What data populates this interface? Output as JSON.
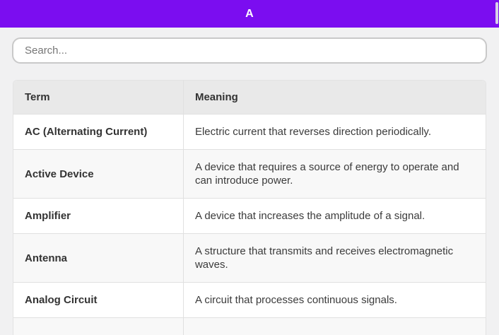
{
  "header": {
    "title": "A",
    "accent_color": "#7b0df0"
  },
  "search": {
    "value": "",
    "placeholder": "Search..."
  },
  "table": {
    "columns": [
      "Term",
      "Meaning"
    ],
    "rows": [
      {
        "term": "AC (Alternating Current)",
        "meaning": "Electric current that reverses direction periodically."
      },
      {
        "term": "Active Device",
        "meaning": "A device that requires a source of energy to operate and can introduce power."
      },
      {
        "term": "Amplifier",
        "meaning": "A device that increases the amplitude of a signal."
      },
      {
        "term": "Antenna",
        "meaning": "A structure that transmits and receives electromagnetic waves."
      },
      {
        "term": "Analog Circuit",
        "meaning": "A circuit that processes continuous signals."
      }
    ]
  }
}
